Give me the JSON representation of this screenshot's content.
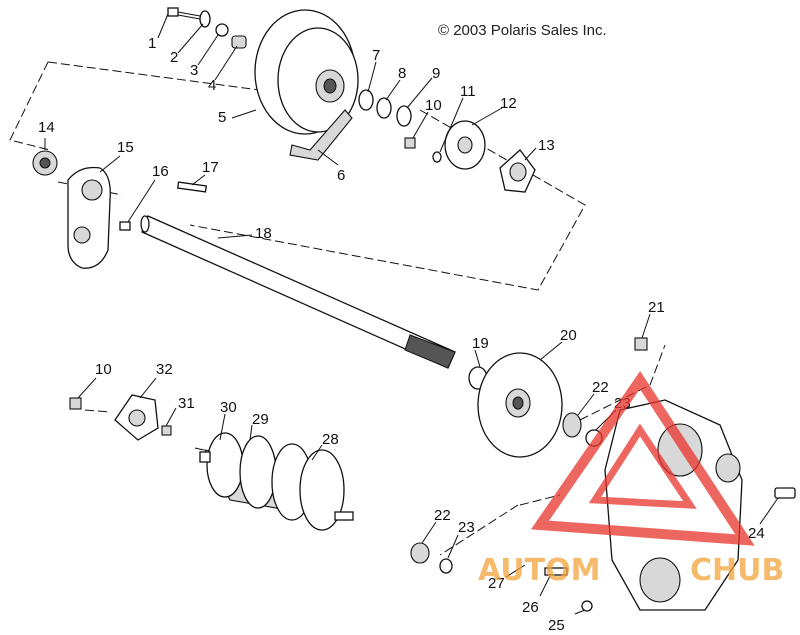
{
  "copyright": "© 2003 Polaris Sales Inc.",
  "watermark": {
    "prefix": "AUTOM",
    "suffix": "CHUB",
    "color_red": "#e8332a",
    "color_orange": "#f2a33a"
  },
  "callouts": {
    "c1": "1",
    "c2": "2",
    "c3": "3",
    "c4": "4",
    "c5": "5",
    "c6": "6",
    "c7": "7",
    "c8": "8",
    "c9": "9",
    "c10a": "10",
    "c11": "11",
    "c12": "12",
    "c13": "13",
    "c14": "14",
    "c15": "15",
    "c16": "16",
    "c17": "17",
    "c18": "18",
    "c19": "19",
    "c20": "20",
    "c21": "21",
    "c22a": "22",
    "c23a": "23",
    "c24": "24",
    "c10b": "10",
    "c32": "32",
    "c31": "31",
    "c30": "30",
    "c29": "29",
    "c28": "28",
    "c22b": "22",
    "c23b": "23",
    "c27": "27",
    "c26": "26",
    "c25": "25"
  }
}
